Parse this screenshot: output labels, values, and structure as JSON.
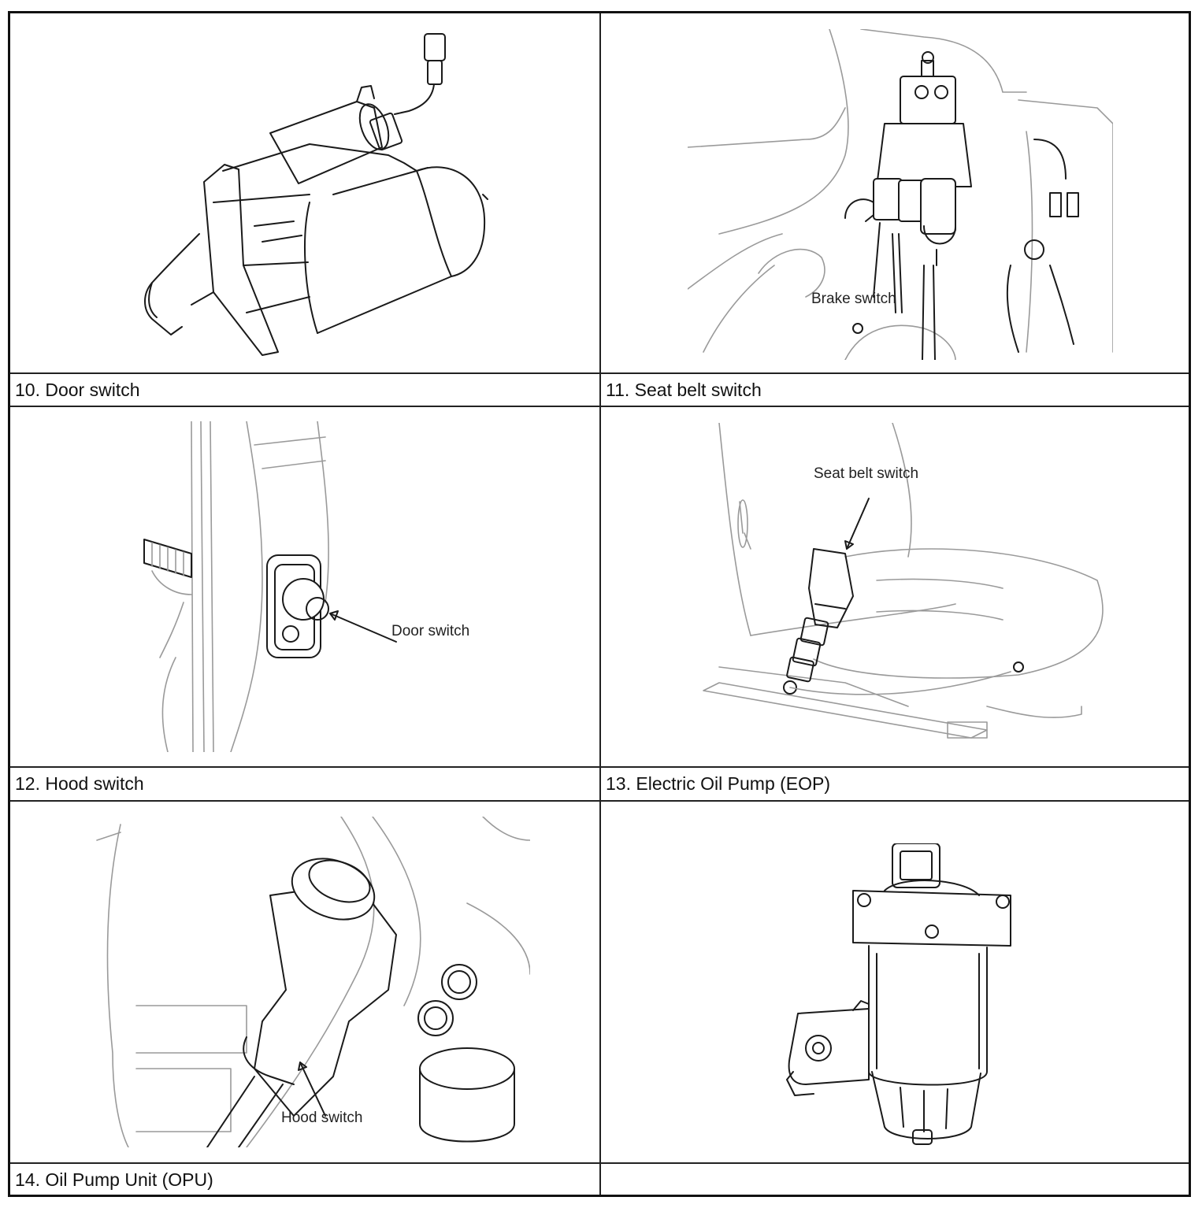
{
  "cells": [
    {
      "caption": "10. Door switch"
    },
    {
      "caption": "11. Seat belt switch",
      "callout": "Brake switch"
    },
    {
      "caption": "12. Hood switch",
      "callout": "Door switch"
    },
    {
      "caption": "13. Electric Oil Pump (EOP)",
      "callout": "Seat belt switch"
    },
    {
      "caption": "14. Oil Pump Unit (OPU)",
      "callout": "Hood switch"
    },
    {
      "caption": ""
    }
  ]
}
